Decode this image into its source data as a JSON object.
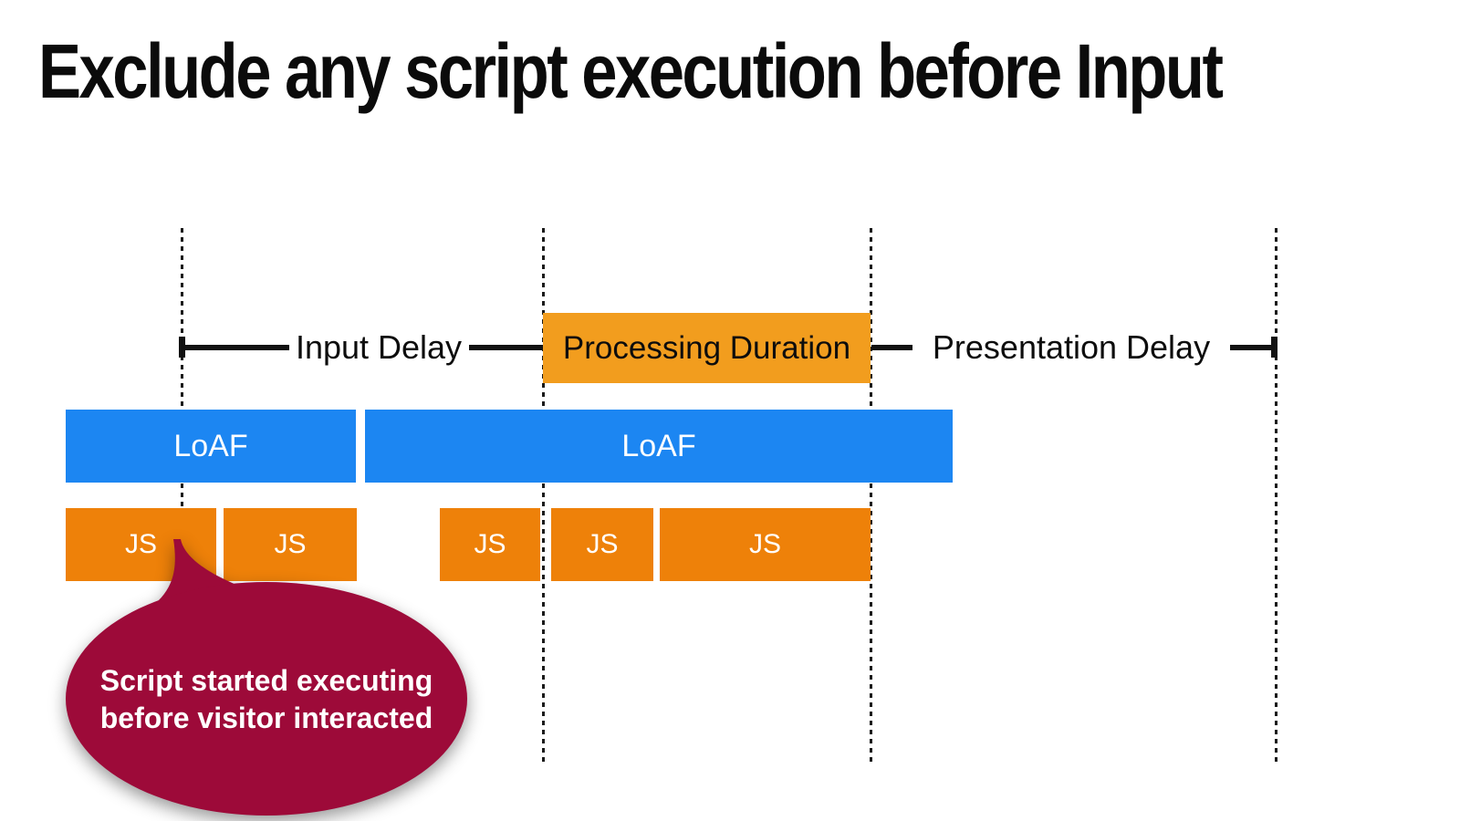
{
  "title": "Exclude any script execution before Input",
  "measure_row": {
    "input_delay_label": "Input Delay",
    "processing_duration_label": "Processing Duration",
    "presentation_delay_label": "Presentation Delay"
  },
  "loaf_bars": [
    {
      "label": "LoAF"
    },
    {
      "label": "LoAF"
    }
  ],
  "js_bars": [
    {
      "label": "JS"
    },
    {
      "label": "JS"
    },
    {
      "label": "JS"
    },
    {
      "label": "JS"
    },
    {
      "label": "JS"
    }
  ],
  "callout": {
    "line1": "Script started executing",
    "line2": "before visitor interacted"
  },
  "colors": {
    "loaf_blue": "#1C86F2",
    "js_orange": "#EE8109",
    "processing_orange": "#F29D1E",
    "callout_maroon": "#9D0A39",
    "line_black": "#111111"
  }
}
